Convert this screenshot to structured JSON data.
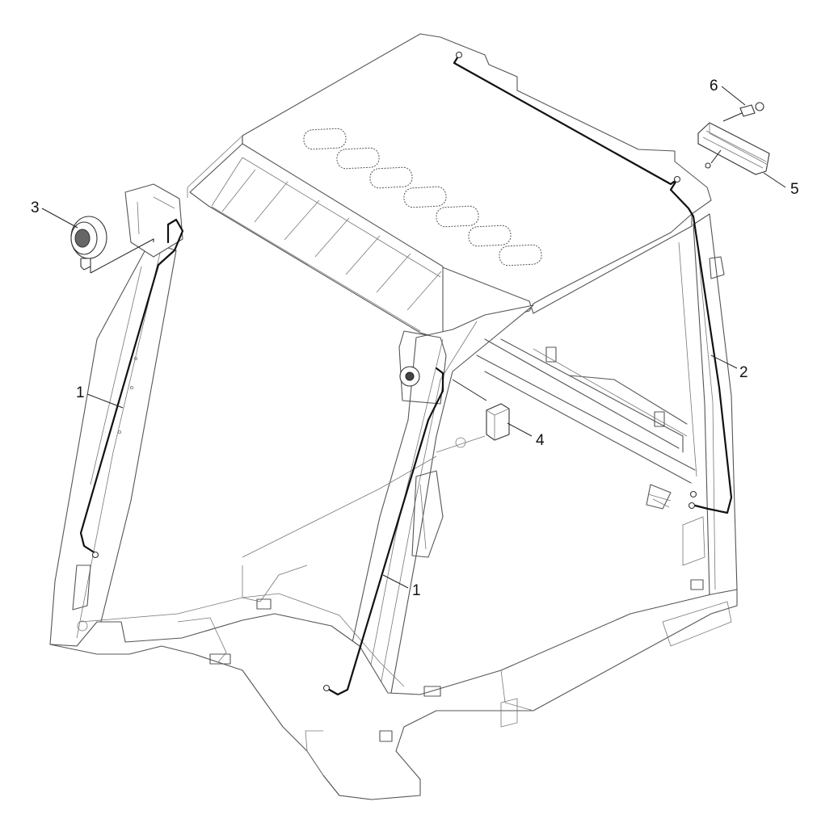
{
  "callouts": {
    "wire_left_label": "1",
    "wire_front_label": "1",
    "wire_right_label": "2",
    "speaker_label": "3",
    "module_label": "4",
    "lamp_label": "5",
    "screw_label": "6"
  }
}
